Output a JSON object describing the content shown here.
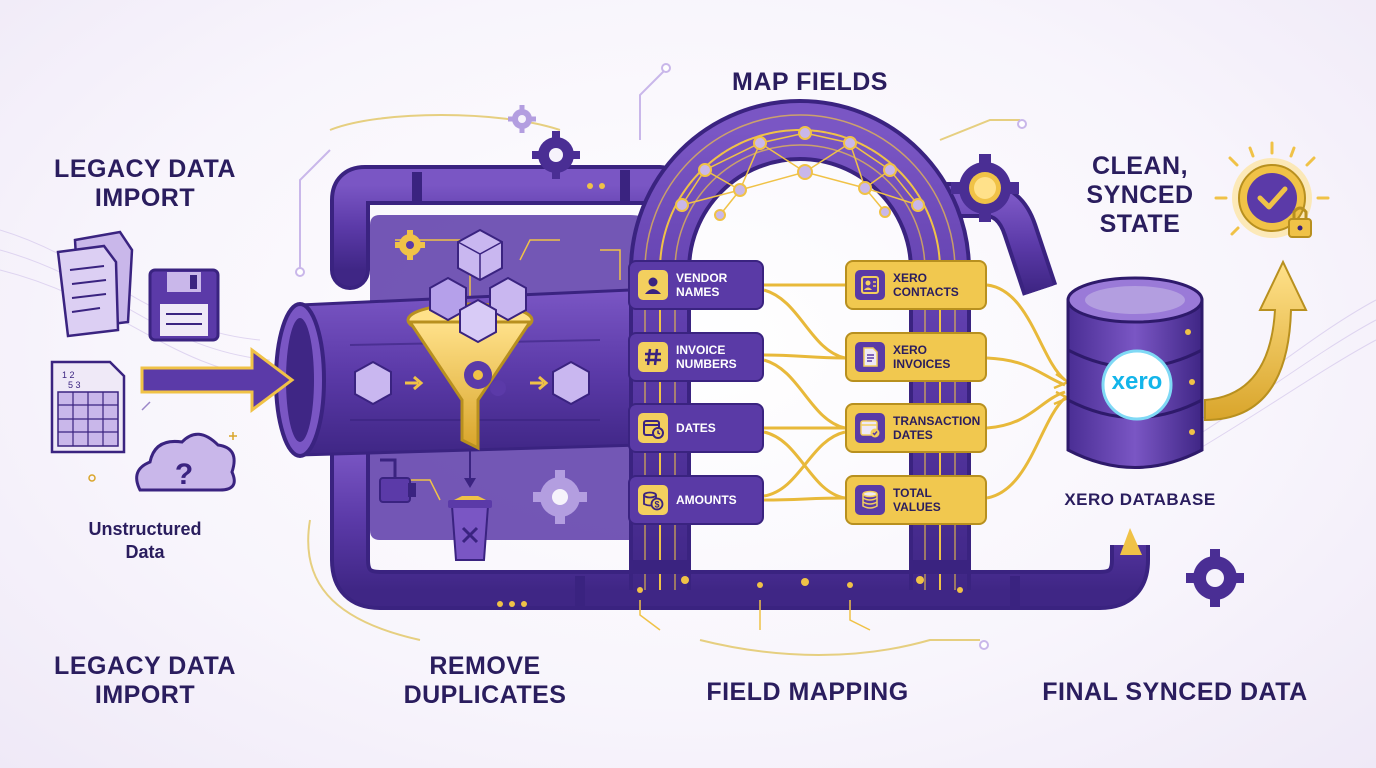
{
  "labels": {
    "legacy_top": "LEGACY DATA\nIMPORT",
    "unstructured": "Unstructured\nData",
    "legacy_bottom": "LEGACY DATA\nIMPORT",
    "remove_duplicates": "REMOVE\nDUPLICATES",
    "map_fields": "MAP FIELDS",
    "field_mapping": "FIELD MAPPING",
    "clean_synced": "CLEAN,\nSYNCED\nSTATE",
    "xero_database": "XERO DATABASE",
    "final_synced": "FINAL SYNCED DATA"
  },
  "source_fields": [
    {
      "label": "VENDOR\nNAMES",
      "icon": "person-icon"
    },
    {
      "label": "INVOICE\nNUMBERS",
      "icon": "hash-icon"
    },
    {
      "label": "DATES",
      "icon": "calendar-clock-icon"
    },
    {
      "label": "AMOUNTS",
      "icon": "coins-icon"
    }
  ],
  "target_fields": [
    {
      "label": "XERO\nCONTACTS",
      "icon": "contact-card-icon"
    },
    {
      "label": "XERO\nINVOICES",
      "icon": "invoice-icon"
    },
    {
      "label": "TRANSACTION\nDATES",
      "icon": "calendar-check-icon"
    },
    {
      "label": "TOTAL\nVALUES",
      "icon": "database-icon"
    }
  ],
  "xero_logo_text": "xero",
  "colors": {
    "pipe": "#5b3aa8",
    "pipe_dark": "#3a2380",
    "accent_gold": "#f0c247",
    "text": "#2a1d5e",
    "xero_blue": "#13b5ea"
  }
}
